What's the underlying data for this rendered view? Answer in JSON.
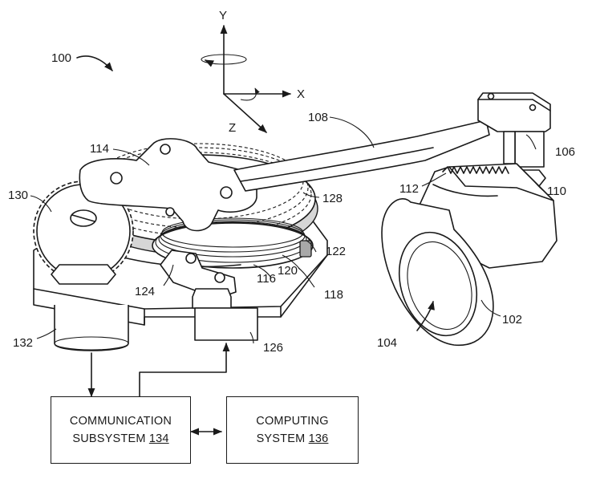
{
  "figure_label": "100",
  "axes": {
    "y": "Y",
    "x": "X",
    "z": "Z"
  },
  "reference_numerals": {
    "housing": "102",
    "finger_opening": "104",
    "post": "106",
    "arm": "108",
    "pivot": "110",
    "spring": "112",
    "cross_plate": "114",
    "spool": "116",
    "base": "118",
    "cable": "120",
    "guide": "122",
    "idler": "124",
    "sensor": "126",
    "large_gear": "128",
    "small_gear": "130",
    "motor": "132"
  },
  "blocks": {
    "communication": {
      "line1": "COMMUNICATION",
      "line2_text": "SUBSYSTEM ",
      "line2_num": "134"
    },
    "computing": {
      "line1": "COMPUTING",
      "line2_text": "SYSTEM ",
      "line2_num": "136"
    }
  }
}
